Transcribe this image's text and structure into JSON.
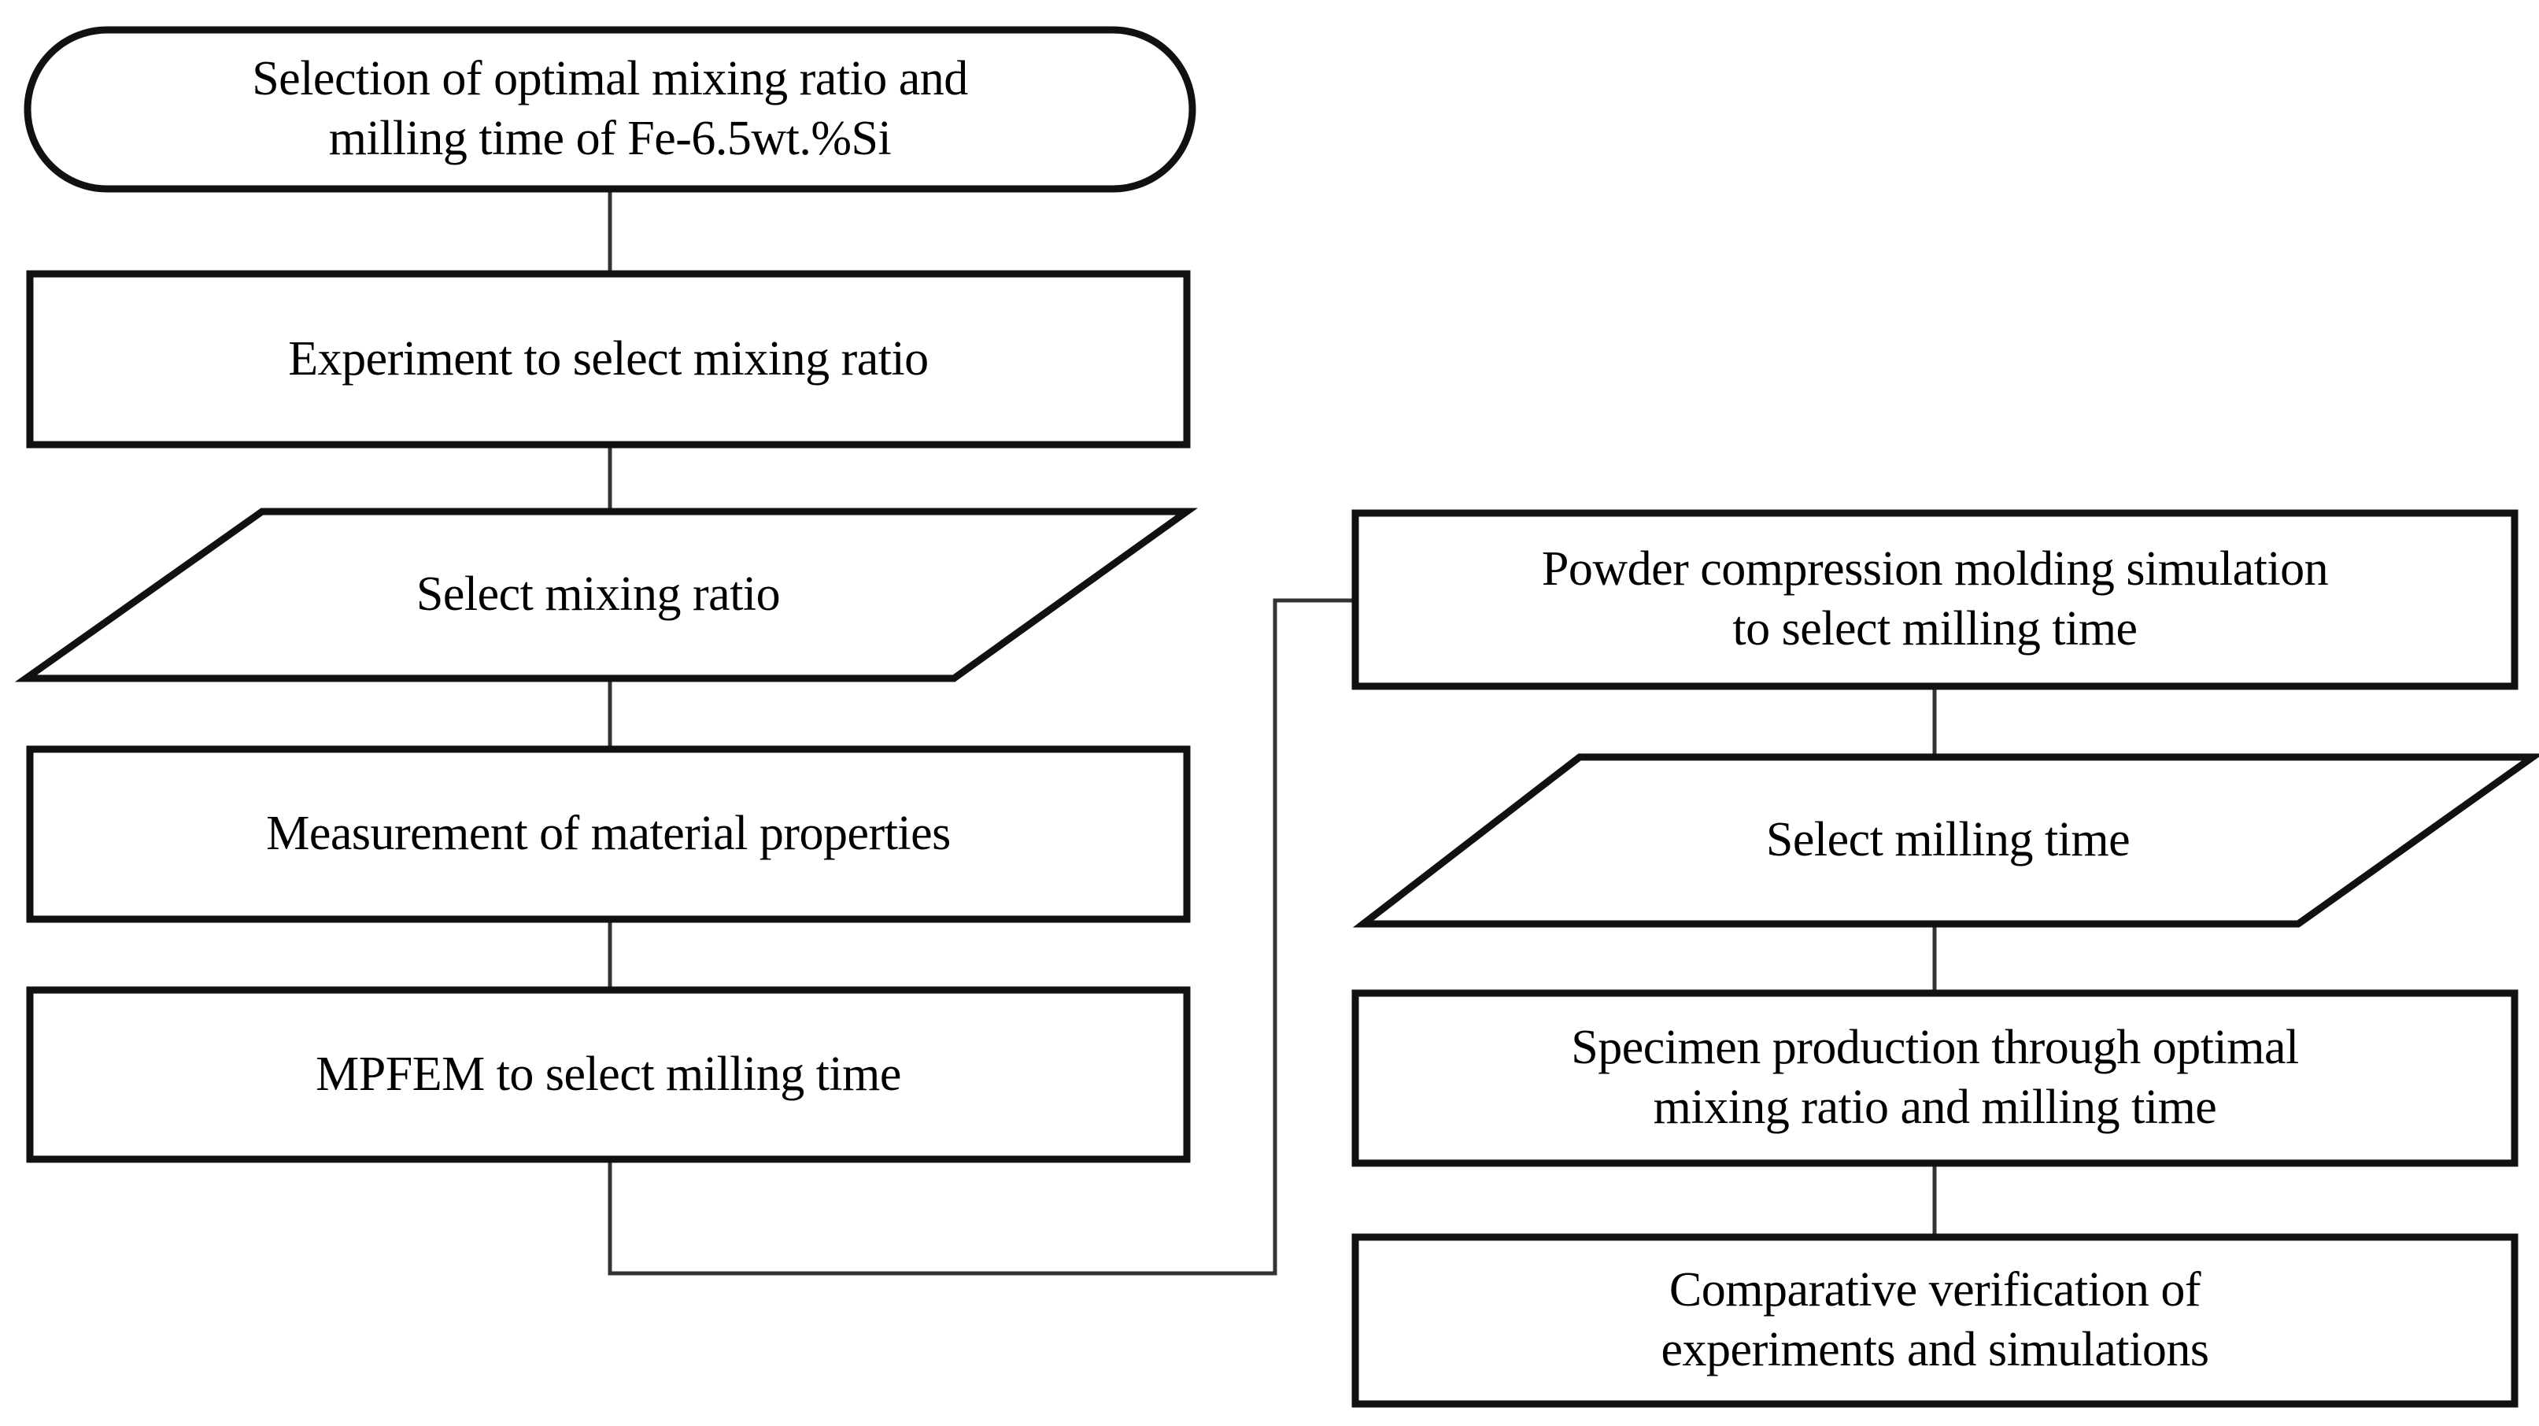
{
  "diagram": {
    "title": "Research procedure flowchart",
    "background_color": "#ffffff",
    "stroke_color": "#111111",
    "connector_color": "#333333",
    "text_color": "#000000",
    "nodes": [
      {
        "id": "start",
        "shape": "terminator",
        "label": "Selection of optimal mixing ratio and\nmilling time of Fe-6.5wt.%Si",
        "column": "left"
      },
      {
        "id": "experiment-mixing-ratio",
        "shape": "process",
        "label": "Experiment to select mixing ratio",
        "column": "left"
      },
      {
        "id": "select-mixing-ratio",
        "shape": "data",
        "label": "Select mixing ratio",
        "column": "left"
      },
      {
        "id": "measure-material-properties",
        "shape": "process",
        "label": "Measurement of material properties",
        "column": "left"
      },
      {
        "id": "mpfem-milling-time",
        "shape": "process",
        "label": "MPFEM to select milling time",
        "column": "left"
      },
      {
        "id": "powder-compression-simulation",
        "shape": "process",
        "label": "Powder compression molding simulation\nto select milling time",
        "column": "right"
      },
      {
        "id": "select-milling-time",
        "shape": "data",
        "label": "Select milling time",
        "column": "right"
      },
      {
        "id": "specimen-production",
        "shape": "process",
        "label": "Specimen production through optimal\nmixing ratio and milling time",
        "column": "right"
      },
      {
        "id": "comparative-verification",
        "shape": "terminator",
        "label": "Comparative verification of\nexperiments and simulations",
        "column": "right"
      }
    ],
    "edges": [
      {
        "from": "start",
        "to": "experiment-mixing-ratio",
        "type": "straight"
      },
      {
        "from": "experiment-mixing-ratio",
        "to": "select-mixing-ratio",
        "type": "straight"
      },
      {
        "from": "select-mixing-ratio",
        "to": "measure-material-properties",
        "type": "straight"
      },
      {
        "from": "measure-material-properties",
        "to": "mpfem-milling-time",
        "type": "straight"
      },
      {
        "from": "mpfem-milling-time",
        "to": "powder-compression-simulation",
        "type": "elbow"
      },
      {
        "from": "powder-compression-simulation",
        "to": "select-milling-time",
        "type": "straight"
      },
      {
        "from": "select-milling-time",
        "to": "specimen-production",
        "type": "straight"
      },
      {
        "from": "specimen-production",
        "to": "comparative-verification",
        "type": "straight"
      }
    ]
  }
}
